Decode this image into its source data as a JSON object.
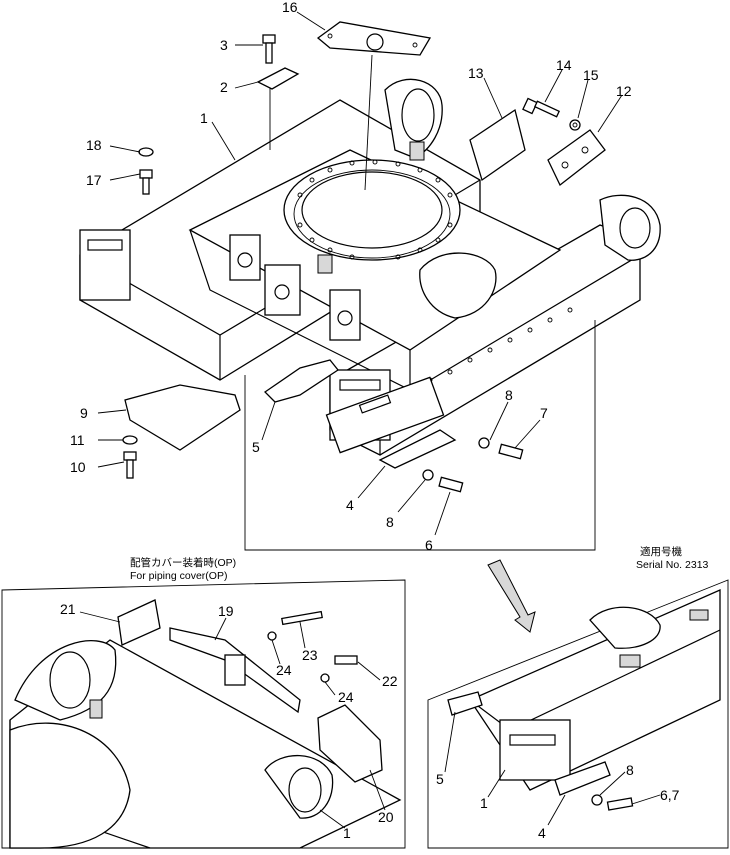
{
  "callouts": {
    "c1": "1",
    "c2": "2",
    "c3": "3",
    "c4": "4",
    "c5": "5",
    "c6": "6",
    "c7": "7",
    "c8": "8",
    "c9": "9",
    "c10": "10",
    "c11": "11",
    "c12": "12",
    "c13": "13",
    "c14": "14",
    "c15": "15",
    "c16": "16",
    "c17": "17",
    "c18": "18",
    "c19": "19",
    "c20": "20",
    "c21": "21",
    "c22": "22",
    "c23": "23",
    "c24": "24",
    "c67": "6,7"
  },
  "inset_left": {
    "caption_jp": "配管カバー装着時(OP)",
    "caption_en": "For piping cover(OP)"
  },
  "inset_right": {
    "caption_jp": "適用号機",
    "caption_en": "Serial No. 2313"
  }
}
